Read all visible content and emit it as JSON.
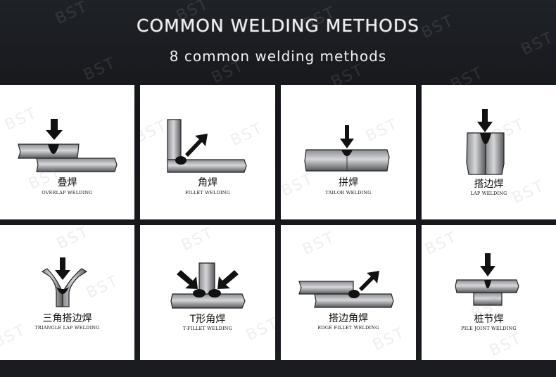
{
  "header": {
    "title": "COMMON WELDING METHODS",
    "subtitle": "8 common welding methods"
  },
  "watermark": "BST",
  "cards": [
    {
      "zh": "叠焊",
      "en": "OVERLAP WELDING"
    },
    {
      "zh": "角焊",
      "en": "FILLET WELDING"
    },
    {
      "zh": "拼焊",
      "en": "TAILOR WELDING"
    },
    {
      "zh": "搭边焊",
      "en": "LAP WELDING"
    },
    {
      "zh": "三角搭边焊",
      "en": "TRIANGLE LAP WELDING"
    },
    {
      "zh": "T形角焊",
      "en": "T-FILLET WELDING"
    },
    {
      "zh": "搭边角焊",
      "en": "EDGE FILLET WELDING"
    },
    {
      "zh": "桩节焊",
      "en": "PILE JOINT WELDING"
    }
  ],
  "colors": {
    "background": "#17191d",
    "card": "#ffffff",
    "metal_dark": "#5f6266",
    "metal_light": "#d4d5d7",
    "weld": "#111111"
  }
}
